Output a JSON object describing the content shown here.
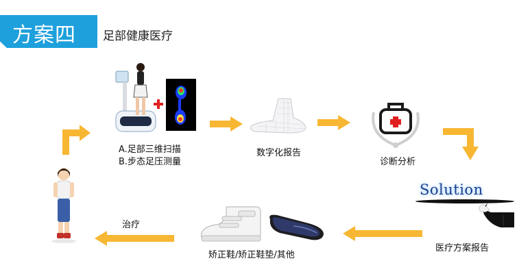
{
  "header": {
    "scheme_title": "方案四",
    "subtitle": "足部健康医疗"
  },
  "steps": {
    "scan_a": "A.足部三维扫描",
    "scan_b": "B.步态足压测量",
    "digital_report": "数字化报告",
    "diagnosis": "诊断分析",
    "solution_word": "Solution",
    "treatment_report": "医疗方案报告",
    "products": "矫正鞋/矫正鞋垫/其他",
    "treatment": "治疗"
  },
  "colors": {
    "header_blue": "#1ea0dc",
    "arrow_orange": "#f7b733",
    "plus_red": "#e02020"
  }
}
